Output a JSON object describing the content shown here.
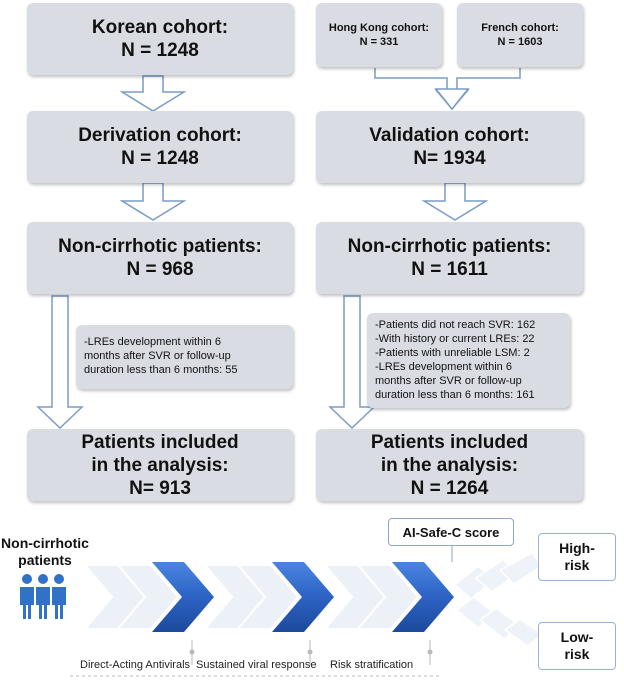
{
  "left": {
    "source": {
      "title": "Korean cohort:",
      "n": "N = 1248"
    },
    "derivation": {
      "title": "Derivation cohort:",
      "n": "N = 1248"
    },
    "noncirrhotic": {
      "title": "Non-cirrhotic patients:",
      "n": "N = 968"
    },
    "exclusion": [
      "-LREs development within 6",
      "months after SVR or follow-up",
      "duration less than 6 months: 55"
    ],
    "included": {
      "line1": "Patients included",
      "line2": "in the analysis:",
      "n": "N= 913"
    }
  },
  "right": {
    "hongkong": {
      "title": "Hong Kong cohort:",
      "n": "N = 331"
    },
    "french": {
      "title": "French cohort:",
      "n": "N = 1603"
    },
    "validation": {
      "title": "Validation cohort:",
      "n": "N= 1934"
    },
    "noncirrhotic": {
      "title": "Non-cirrhotic patients:",
      "n": "N = 1611"
    },
    "exclusion": [
      "-Patients did not reach SVR: 162",
      "-With history or current LREs: 22",
      "-Patients with unreliable LSM: 2",
      "-LREs development within 6",
      "months after SVR or follow-up",
      "duration less than 6 months: 161"
    ],
    "included": {
      "line1": "Patients included",
      "line2": "in the analysis:",
      "n": "N = 1264"
    }
  },
  "workflow": {
    "start_line1": "Non-cirrhotic",
    "start_line2": "patients",
    "score": "AI-Safe-C score",
    "high_line1": "High-",
    "high_line2": "risk",
    "low_line1": "Low-",
    "low_line2": "risk",
    "steps": [
      "Direct-Acting Antivirals",
      "Sustained viral response",
      "Risk stratification"
    ],
    "colors": {
      "chevron_dark": "#2e63c6",
      "chevron_light": "#e6edf6",
      "person": "#2f72c7",
      "box_fill": "#d9dde3"
    }
  }
}
